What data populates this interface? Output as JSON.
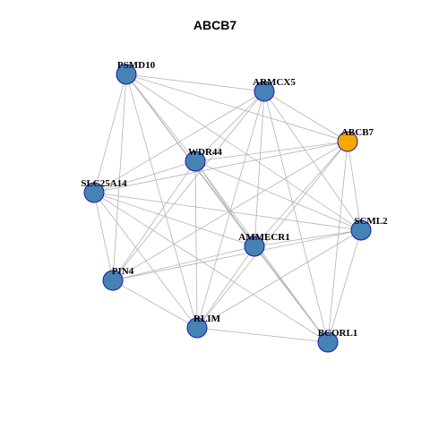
{
  "title": "ABCB7",
  "colors": {
    "background": "#ffffff",
    "edge": "#b3b3b3",
    "node_default": "#4682b4",
    "node_highlight": "#ffa500",
    "node_border": "#1a1aa6"
  },
  "nodes": [
    {
      "id": "PSMD10",
      "label": "PSMD10",
      "highlight": false
    },
    {
      "id": "ARMCX5",
      "label": "ARMCX5",
      "highlight": false
    },
    {
      "id": "ABCB7",
      "label": "ABCB7",
      "highlight": true
    },
    {
      "id": "WDR44",
      "label": "WDR44",
      "highlight": false
    },
    {
      "id": "SLC25A14",
      "label": "SLC25A14",
      "highlight": false
    },
    {
      "id": "SCML2",
      "label": "SCML2",
      "highlight": false
    },
    {
      "id": "AMMECR1",
      "label": "AMMECR1",
      "highlight": false
    },
    {
      "id": "PIN4",
      "label": "PIN4",
      "highlight": false
    },
    {
      "id": "RLIM",
      "label": "RLIM",
      "highlight": false
    },
    {
      "id": "BCORL1",
      "label": "BCORL1",
      "highlight": false
    }
  ],
  "edges": [
    [
      "PSMD10",
      "ARMCX5"
    ],
    [
      "PSMD10",
      "ABCB7"
    ],
    [
      "PSMD10",
      "WDR44"
    ],
    [
      "PSMD10",
      "SLC25A14"
    ],
    [
      "PSMD10",
      "SCML2"
    ],
    [
      "PSMD10",
      "AMMECR1"
    ],
    [
      "PSMD10",
      "PIN4"
    ],
    [
      "PSMD10",
      "RLIM"
    ],
    [
      "PSMD10",
      "BCORL1"
    ],
    [
      "ARMCX5",
      "ABCB7"
    ],
    [
      "ARMCX5",
      "WDR44"
    ],
    [
      "ARMCX5",
      "SLC25A14"
    ],
    [
      "ARMCX5",
      "SCML2"
    ],
    [
      "ARMCX5",
      "AMMECR1"
    ],
    [
      "ARMCX5",
      "PIN4"
    ],
    [
      "ARMCX5",
      "RLIM"
    ],
    [
      "ARMCX5",
      "BCORL1"
    ],
    [
      "ABCB7",
      "WDR44"
    ],
    [
      "ABCB7",
      "SLC25A14"
    ],
    [
      "ABCB7",
      "SCML2"
    ],
    [
      "ABCB7",
      "AMMECR1"
    ],
    [
      "ABCB7",
      "PIN4"
    ],
    [
      "ABCB7",
      "RLIM"
    ],
    [
      "ABCB7",
      "BCORL1"
    ],
    [
      "WDR44",
      "SLC25A14"
    ],
    [
      "WDR44",
      "SCML2"
    ],
    [
      "WDR44",
      "AMMECR1"
    ],
    [
      "WDR44",
      "PIN4"
    ],
    [
      "WDR44",
      "RLIM"
    ],
    [
      "WDR44",
      "BCORL1"
    ],
    [
      "SLC25A14",
      "SCML2"
    ],
    [
      "SLC25A14",
      "AMMECR1"
    ],
    [
      "SLC25A14",
      "PIN4"
    ],
    [
      "SLC25A14",
      "RLIM"
    ],
    [
      "SLC25A14",
      "BCORL1"
    ],
    [
      "SCML2",
      "AMMECR1"
    ],
    [
      "SCML2",
      "PIN4"
    ],
    [
      "SCML2",
      "RLIM"
    ],
    [
      "SCML2",
      "BCORL1"
    ],
    [
      "AMMECR1",
      "PIN4"
    ],
    [
      "AMMECR1",
      "RLIM"
    ],
    [
      "AMMECR1",
      "BCORL1"
    ],
    [
      "PIN4",
      "RLIM"
    ],
    [
      "RLIM",
      "BCORL1"
    ]
  ]
}
